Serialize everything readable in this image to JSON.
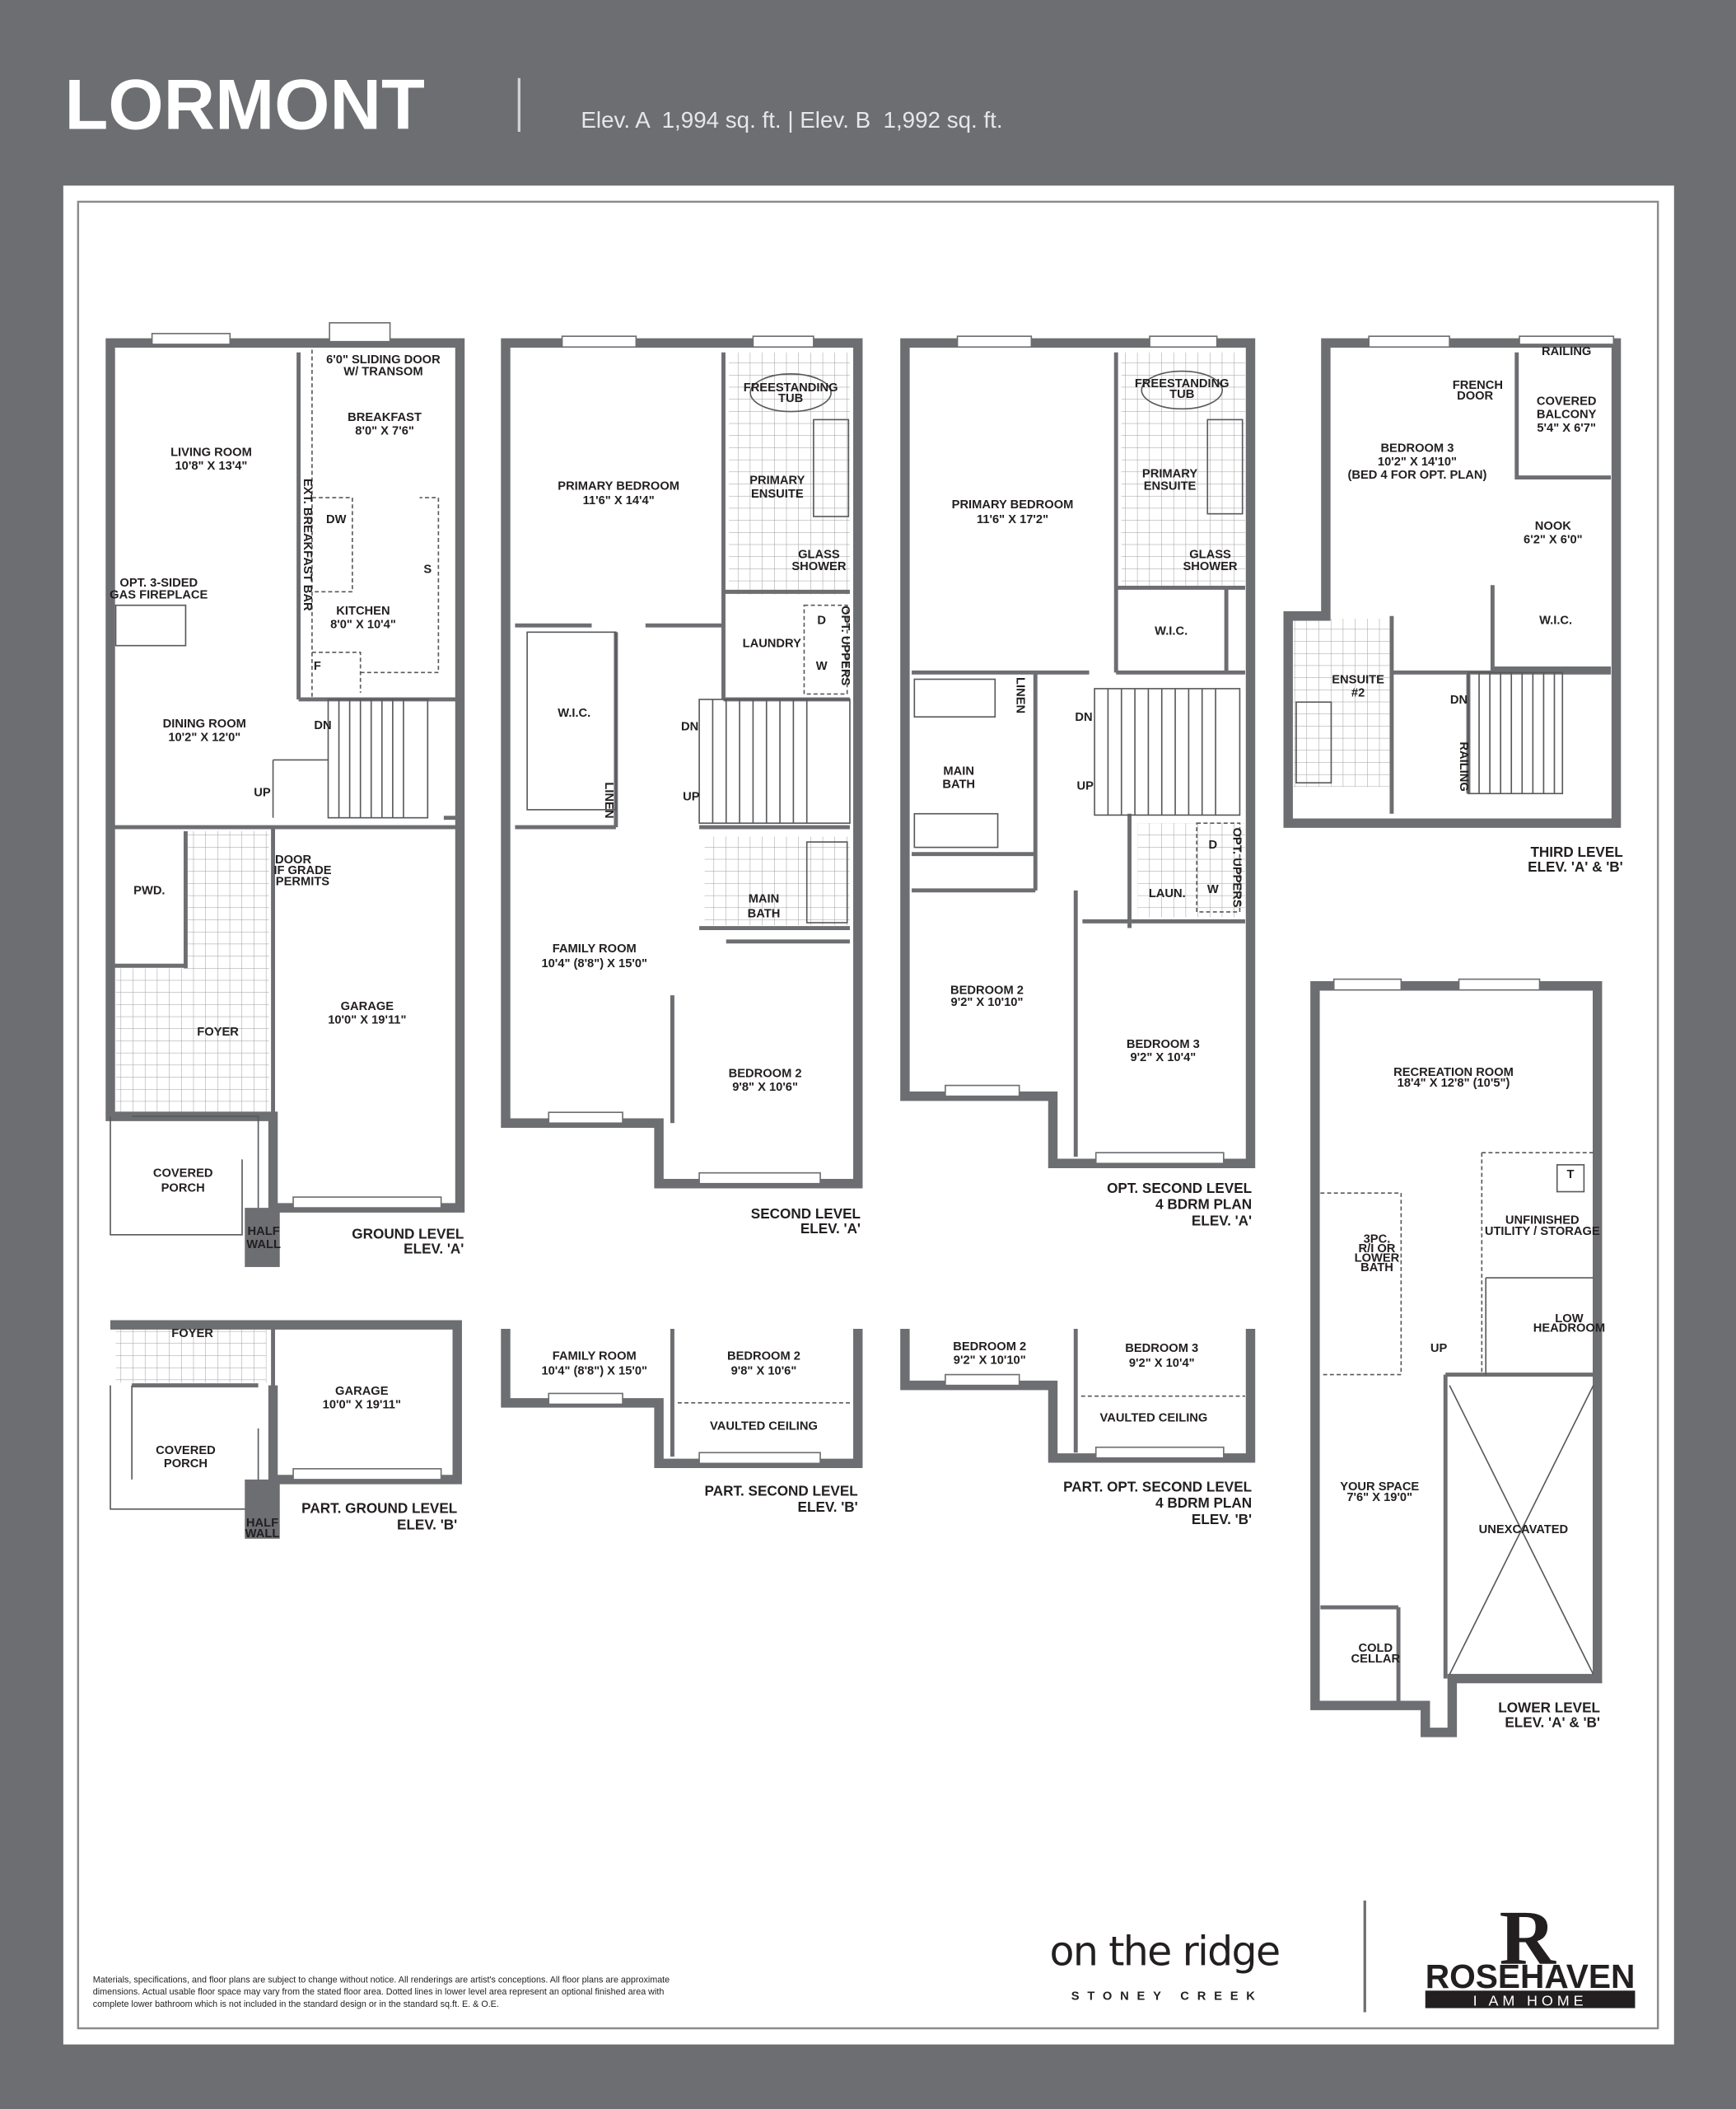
{
  "header": {
    "title": "LORMONT",
    "subtitle": "Elev. A  1,994 sq. ft. | Elev. B  1,992 sq. ft."
  },
  "colors": {
    "background": "#6d6e71",
    "panel": "#ffffff",
    "walls": "#6d6e71",
    "text": "#231f20"
  },
  "plans": {
    "ground_a": [
      "6'0\" SLIDING DOOR",
      "W/ TRANSOM",
      "BREAKFAST",
      "8'0\" X 7'6\"",
      "LIVING ROOM",
      "10'8\" X 13'4\"",
      "DW",
      "EXT. BREAKFAST BAR",
      "OPT. 3-SIDED",
      "GAS FIREPLACE",
      "KITCHEN",
      "8'0\" X 10'4\"",
      "F",
      "S",
      "DINING ROOM",
      "10'2\" X 12'0\"",
      "DN",
      "UP",
      "PWD.",
      "DOOR",
      "IF GRADE",
      "PERMITS",
      "GARAGE",
      "10'0\" X 19'11\"",
      "FOYER",
      "COVERED",
      "PORCH",
      "HALF",
      "WALL",
      "GROUND LEVEL",
      "ELEV. 'A'"
    ],
    "second_a": [
      "FREESTANDING",
      "TUB",
      "PRIMARY BEDROOM",
      "11'6\" X 14'4\"",
      "PRIMARY",
      "ENSUITE",
      "GLASS",
      "SHOWER",
      "LAUNDRY",
      "D",
      "W",
      "OPT. UPPERS",
      "W.I.C.",
      "DN",
      "UP",
      "LINEN",
      "MAIN",
      "BATH",
      "FAMILY ROOM",
      "10'4\" (8'8\") X 15'0\"",
      "BEDROOM 2",
      "9'8\" X 10'6\"",
      "SECOND LEVEL",
      "ELEV. 'A'"
    ],
    "opt_second_a": [
      "FREESTANDING",
      "TUB",
      "PRIMARY BEDROOM",
      "11'6\" X 17'2\"",
      "PRIMARY",
      "ENSUITE",
      "GLASS",
      "SHOWER",
      "W.I.C.",
      "LINEN",
      "DN",
      "UP",
      "MAIN",
      "BATH",
      "D",
      "W",
      "OPT. UPPERS",
      "LAUN.",
      "BEDROOM 2",
      "9'2\" X 10'10\"",
      "BEDROOM 3",
      "9'2\" X 10'4\"",
      "OPT. SECOND LEVEL",
      "4 BDRM PLAN",
      "ELEV. 'A'"
    ],
    "third": [
      "RAILING",
      "FRENCH",
      "DOOR",
      "COVERED",
      "BALCONY",
      "5'4\" X 6'7\"",
      "BEDROOM 3",
      "10'2\" X 14'10\"",
      "(BED 4 FOR OPT. PLAN)",
      "NOOK",
      "6'2\" X 6'0\"",
      "W.I.C.",
      "ENSUITE",
      "#2",
      "DN",
      "RAILING",
      "THIRD LEVEL",
      "ELEV. 'A' & 'B'"
    ],
    "lower": [
      "RECREATION ROOM",
      "18'4\" X 12'8\" (10'5\")",
      "T",
      "UNFINISHED",
      "UTILITY / STORAGE",
      "3PC.",
      "R/I OR",
      "LOWER",
      "BATH",
      "LOW",
      "HEADROOM",
      "UP",
      "YOUR SPACE",
      "7'6\" X 19'0\"",
      "UNEXCAVATED",
      "COLD",
      "CELLAR",
      "LOWER LEVEL",
      "ELEV. 'A' & 'B'"
    ],
    "ground_b": [
      "FOYER",
      "GARAGE",
      "10'0\" X 19'11\"",
      "COVERED",
      "PORCH",
      "HALF",
      "WALL",
      "PART. GROUND LEVEL",
      "ELEV. 'B'"
    ],
    "second_b": [
      "FAMILY ROOM",
      "10'4\" (8'8\") X 15'0\"",
      "BEDROOM 2",
      "9'8\" X 10'6\"",
      "VAULTED CEILING",
      "PART. SECOND LEVEL",
      "ELEV. 'B'"
    ],
    "opt_second_b": [
      "BEDROOM 2",
      "9'2\" X 10'10\"",
      "BEDROOM 3",
      "9'2\" X 10'4\"",
      "VAULTED CEILING",
      "PART. OPT. SECOND LEVEL",
      "4 BDRM PLAN",
      "ELEV. 'B'"
    ]
  },
  "footer": {
    "disclaimer": [
      "Materials, specifications, and floor plans are subject to change without notice. All renderings are artist's conceptions. All floor plans are approximate",
      "dimensions. Actual usable floor space may vary from the stated floor area. Dotted lines in lower level area represent an optional finished area with",
      "complete lower bathroom which is not included in the standard design or in the standard sq.ft. E. & O.E."
    ],
    "community_logo": {
      "name": "on the ridge",
      "tagline": "STONEY CREEK"
    },
    "builder_logo": {
      "name": "ROSEHAVEN",
      "tagline": "I AM HOME",
      "mark": "R"
    }
  }
}
